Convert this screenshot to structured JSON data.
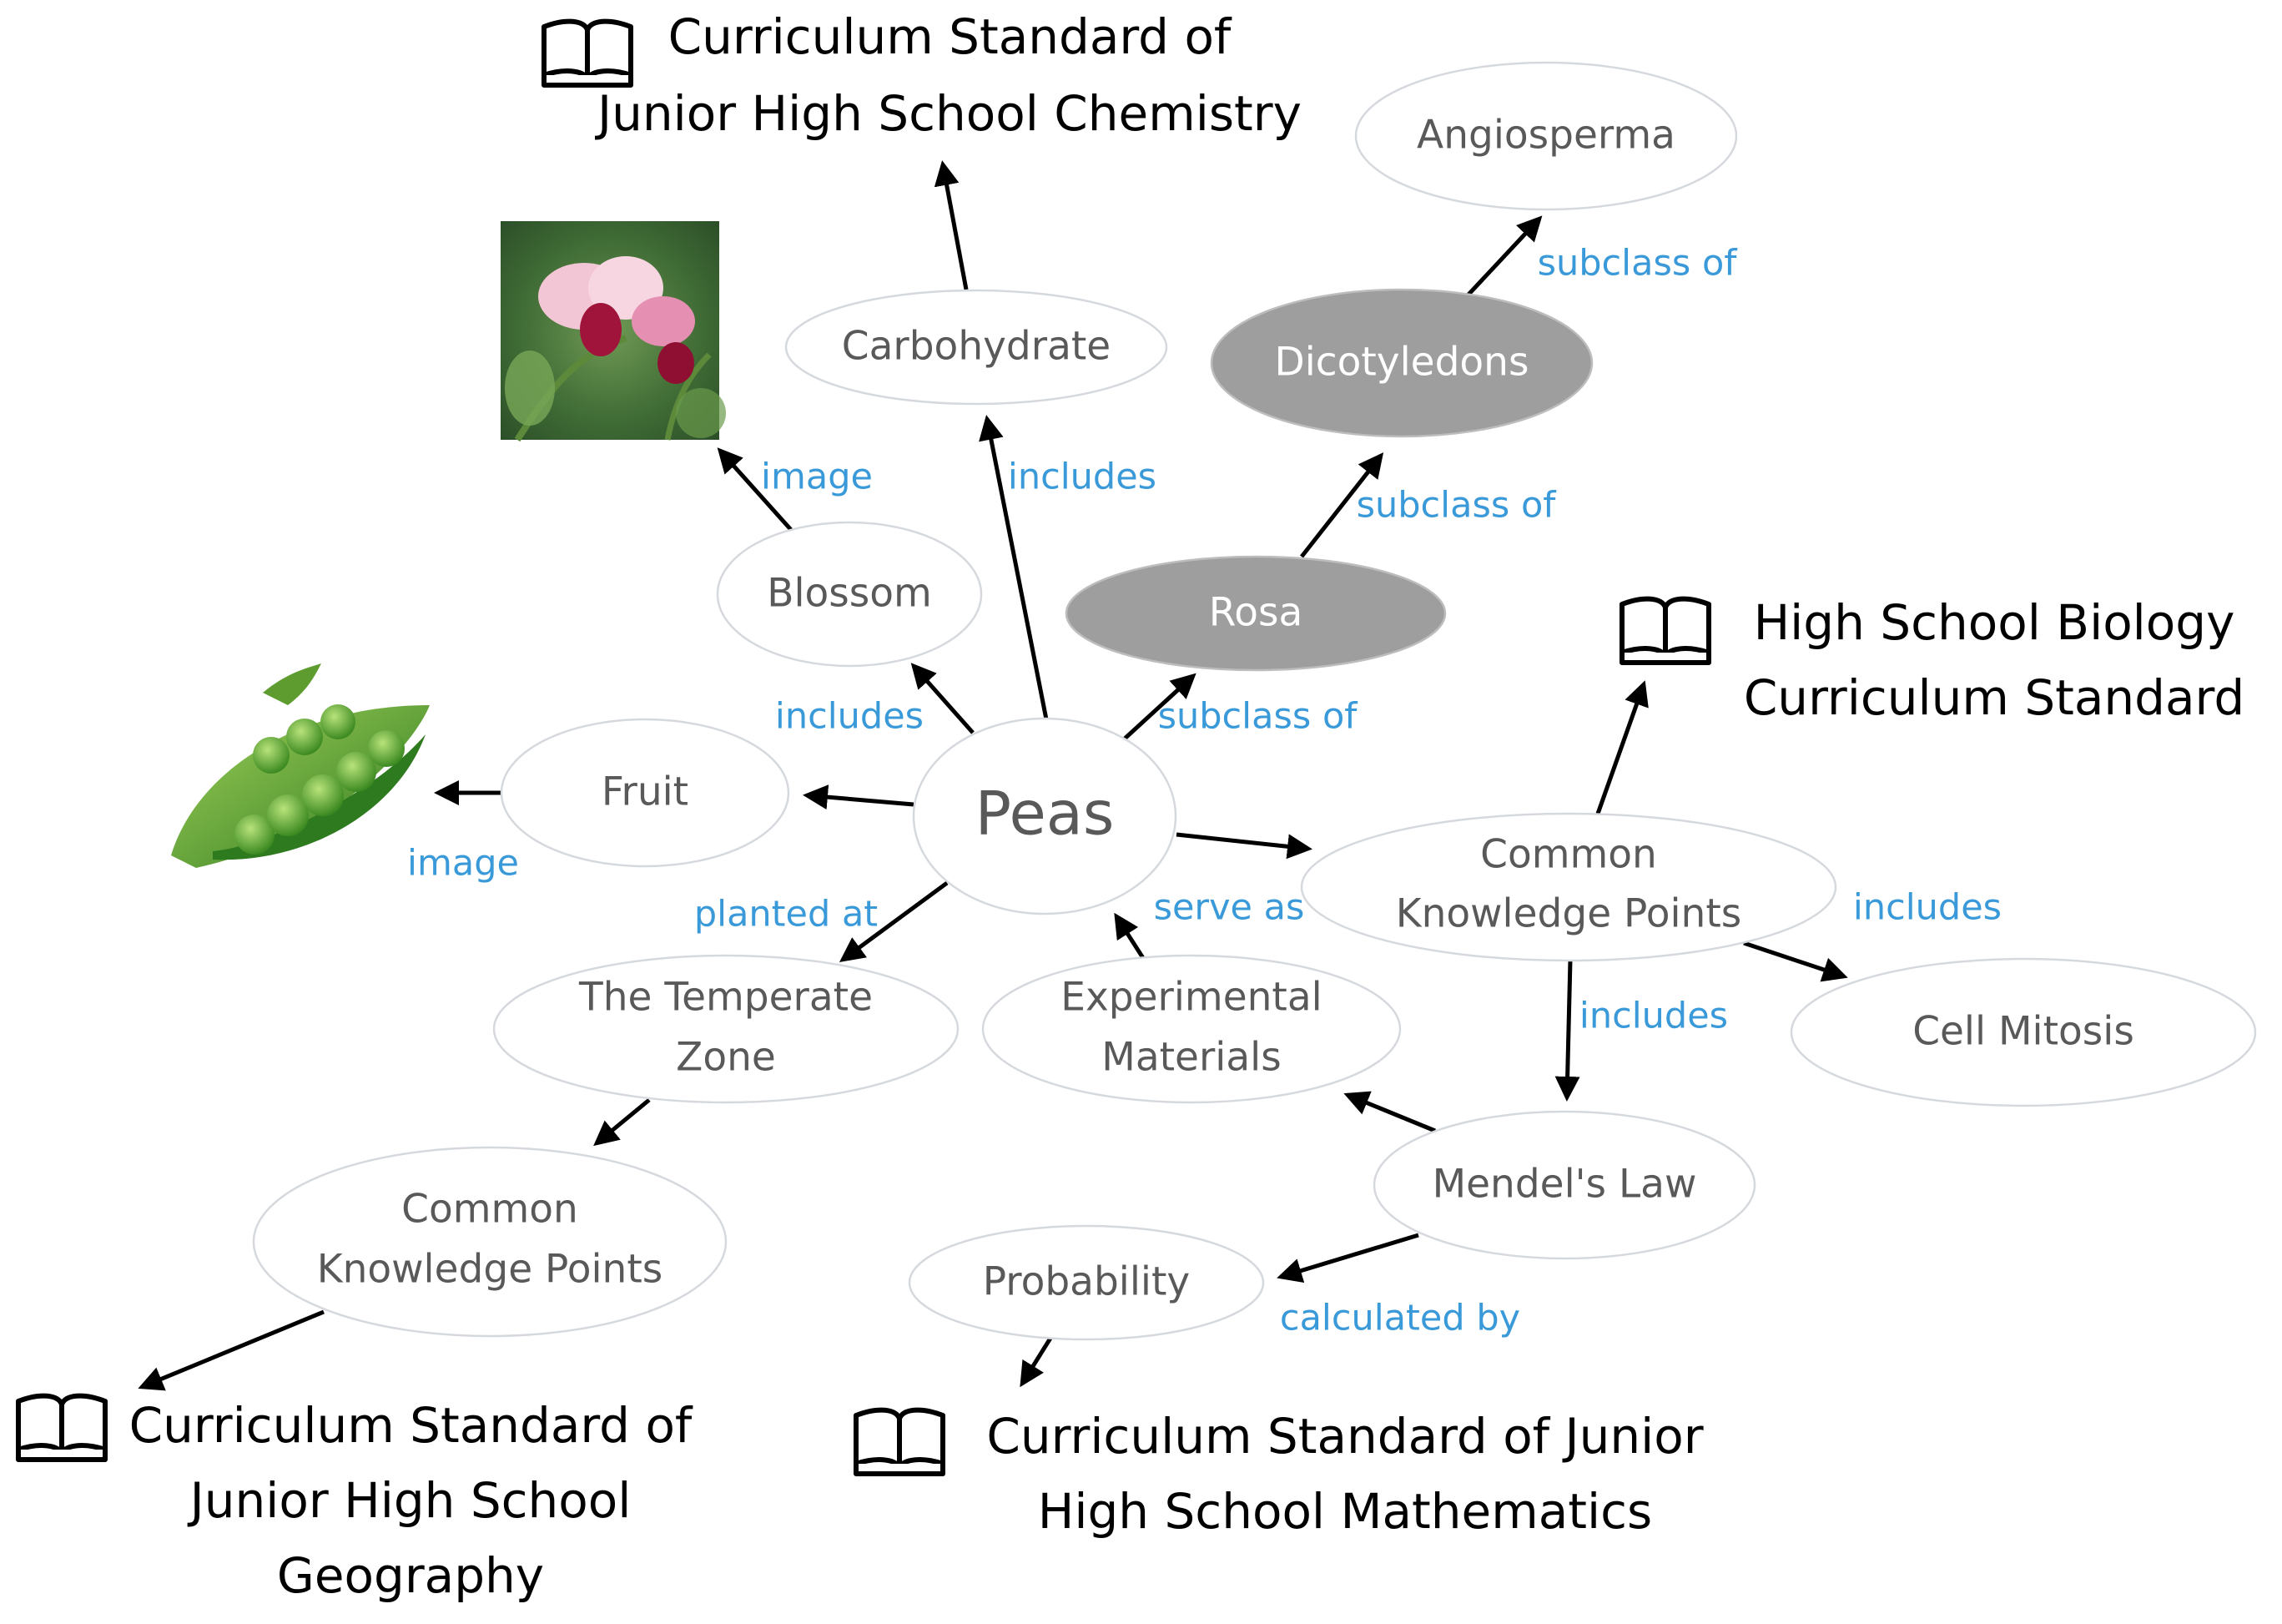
{
  "nodes": {
    "peas": "Peas",
    "carbohydrate": "Carbohydrate",
    "blossom": "Blossom",
    "fruit": "Fruit",
    "rosa": "Rosa",
    "dicotyledons": "Dicotyledons",
    "angiosperma": "Angiosperma",
    "temperate_zone": [
      "The Temperate",
      "Zone"
    ],
    "experimental_materials": [
      "Experimental",
      "Materials"
    ],
    "common_knowledge_bio": [
      "Common",
      "Knowledge Points"
    ],
    "common_knowledge_geo": [
      "Common",
      "Knowledge Points"
    ],
    "cell_mitosis": "Cell Mitosis",
    "mendels_law": "Mendel's Law",
    "probability": "Probability"
  },
  "edge_labels": {
    "image_blossom": "image",
    "includes_carbohydrate": "includes",
    "includes_blossom": "includes",
    "subclass_rosa": "subclass of",
    "subclass_dicotyledons": "subclass of",
    "subclass_angiosperma": "subclass of",
    "image_fruit": "image",
    "planted_at": "planted at",
    "serve_as": "serve as",
    "includes_cell_mitosis": "includes",
    "includes_mendel": "includes",
    "calculated_by": "calculated by"
  },
  "standards": {
    "chemistry": [
      "Curriculum Standard of",
      "Junior High School Chemistry"
    ],
    "biology": [
      "High School Biology",
      "Curriculum Standard"
    ],
    "geography": [
      "Curriculum Standard of",
      "Junior High School",
      "Geography"
    ],
    "mathematics": [
      "Curriculum Standard of Junior",
      "High School Mathematics"
    ]
  },
  "icons": {
    "book": "book-icon",
    "blossom_image": "pea-blossom-image",
    "pod_image": "pea-pod-image"
  },
  "colors": {
    "edge_label": "#3a9ad9",
    "node_text": "#595959",
    "dark_node": "#9e9e9e",
    "arrow": "#000000"
  }
}
